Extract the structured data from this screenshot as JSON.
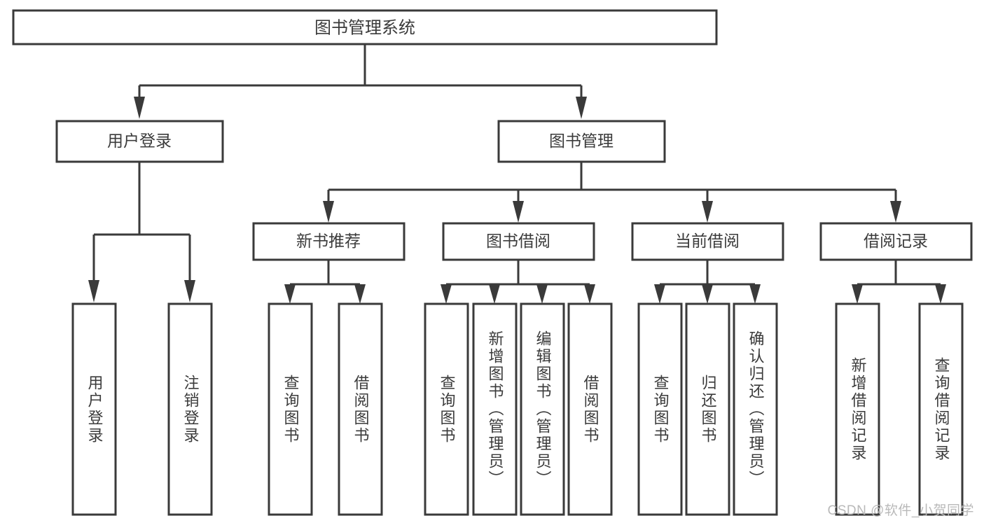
{
  "diagram": {
    "title": "图书管理系统",
    "type": "tree-hierarchy-chart",
    "watermark": "CSDN @软件_小贺同学",
    "colors": {
      "stroke": "#3a3a3a",
      "box_fill": "#ffffff",
      "text": "#3b3b3b",
      "background": "#ffffff",
      "watermark": "#b9b9b9"
    },
    "root": {
      "label": "图书管理系统"
    },
    "level2": [
      {
        "label": "用户登录"
      },
      {
        "label": "图书管理"
      }
    ],
    "level3": [
      {
        "label": "新书推荐"
      },
      {
        "label": "图书借阅"
      },
      {
        "label": "当前借阅"
      },
      {
        "label": "借阅记录"
      }
    ],
    "leaves": {
      "user_login": [
        {
          "label": "用户登录"
        },
        {
          "label": "注销登录"
        }
      ],
      "new_book_recommend": [
        {
          "label": "查询图书"
        },
        {
          "label": "借阅图书"
        }
      ],
      "book_borrow": [
        {
          "label": "查询图书"
        },
        {
          "label": "新增图书（管理员）"
        },
        {
          "label": "编辑图书（管理员）"
        },
        {
          "label": "借阅图书"
        }
      ],
      "current_borrow": [
        {
          "label": "查询图书"
        },
        {
          "label": "归还图书"
        },
        {
          "label": "确认归还（管理员）"
        }
      ],
      "borrow_record": [
        {
          "label": "新增借阅记录"
        },
        {
          "label": "查询借阅记录"
        }
      ]
    }
  }
}
